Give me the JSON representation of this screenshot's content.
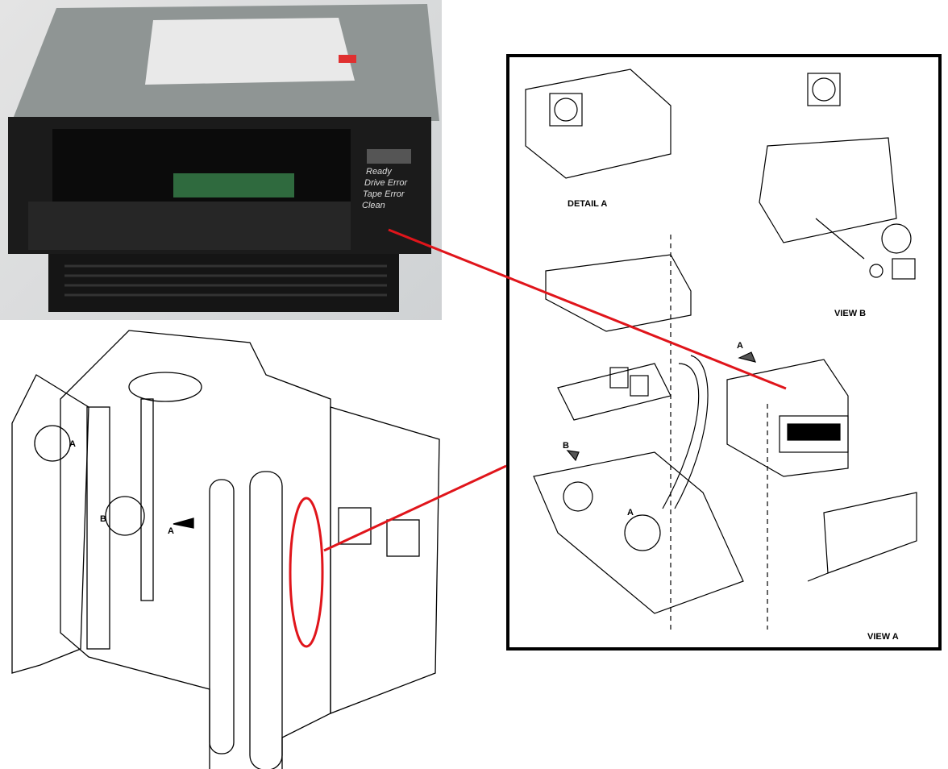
{
  "photo": {
    "drive_panel_leds": [
      "Ready",
      "Drive Error",
      "Tape Error",
      "Clean"
    ]
  },
  "exploded_view": {
    "labels": {
      "detail_a": "DETAIL A",
      "view_b": "VIEW B",
      "view_a": "VIEW A",
      "arrow_a": "A",
      "arrow_b": "B",
      "callout_a": "A"
    }
  },
  "cabinet_view": {
    "labels": {
      "callout_a": "A",
      "callout_b": "B",
      "arrow_a": "A"
    }
  },
  "colors": {
    "highlight": "#e0151b"
  }
}
